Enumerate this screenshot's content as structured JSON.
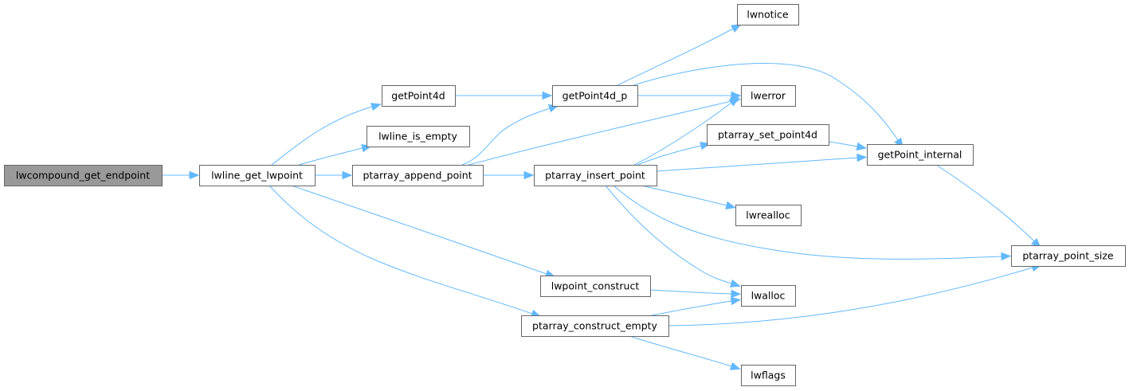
{
  "graph": {
    "type": "call-graph",
    "colors": {
      "root_fill": "#999999",
      "node_fill": "#ffffff",
      "node_border": "#666666",
      "edge": "#63b8ff"
    },
    "nodes": [
      {
        "id": "lwcompound_get_endpoint",
        "label": "lwcompound_get_endpoint",
        "root": true
      },
      {
        "id": "lwline_get_lwpoint",
        "label": "lwline_get_lwpoint"
      },
      {
        "id": "getPoint4d",
        "label": "getPoint4d"
      },
      {
        "id": "lwline_is_empty",
        "label": "lwline_is_empty"
      },
      {
        "id": "ptarray_append_point",
        "label": "ptarray_append_point"
      },
      {
        "id": "lwpoint_construct",
        "label": "lwpoint_construct"
      },
      {
        "id": "ptarray_construct_empty",
        "label": "ptarray_construct_empty"
      },
      {
        "id": "getPoint4d_p",
        "label": "getPoint4d_p"
      },
      {
        "id": "ptarray_insert_point",
        "label": "ptarray_insert_point"
      },
      {
        "id": "lwnotice",
        "label": "lwnotice"
      },
      {
        "id": "lwerror",
        "label": "lwerror"
      },
      {
        "id": "ptarray_set_point4d",
        "label": "ptarray_set_point4d"
      },
      {
        "id": "lwrealloc",
        "label": "lwrealloc"
      },
      {
        "id": "lwalloc",
        "label": "lwalloc"
      },
      {
        "id": "lwflags",
        "label": "lwflags"
      },
      {
        "id": "getPoint_internal",
        "label": "getPoint_internal"
      },
      {
        "id": "ptarray_point_size",
        "label": "ptarray_point_size"
      }
    ],
    "edges": [
      {
        "from": "lwcompound_get_endpoint",
        "to": "lwline_get_lwpoint"
      },
      {
        "from": "lwline_get_lwpoint",
        "to": "getPoint4d"
      },
      {
        "from": "lwline_get_lwpoint",
        "to": "lwline_is_empty"
      },
      {
        "from": "lwline_get_lwpoint",
        "to": "ptarray_append_point"
      },
      {
        "from": "lwline_get_lwpoint",
        "to": "lwpoint_construct"
      },
      {
        "from": "lwline_get_lwpoint",
        "to": "ptarray_construct_empty"
      },
      {
        "from": "getPoint4d",
        "to": "getPoint4d_p"
      },
      {
        "from": "ptarray_append_point",
        "to": "getPoint4d_p"
      },
      {
        "from": "ptarray_append_point",
        "to": "lwerror"
      },
      {
        "from": "ptarray_append_point",
        "to": "ptarray_insert_point"
      },
      {
        "from": "getPoint4d_p",
        "to": "lwnotice"
      },
      {
        "from": "getPoint4d_p",
        "to": "lwerror"
      },
      {
        "from": "getPoint4d_p",
        "to": "getPoint_internal"
      },
      {
        "from": "ptarray_insert_point",
        "to": "lwerror"
      },
      {
        "from": "ptarray_insert_point",
        "to": "ptarray_set_point4d"
      },
      {
        "from": "ptarray_insert_point",
        "to": "getPoint_internal"
      },
      {
        "from": "ptarray_insert_point",
        "to": "lwrealloc"
      },
      {
        "from": "ptarray_insert_point",
        "to": "ptarray_point_size"
      },
      {
        "from": "ptarray_insert_point",
        "to": "lwalloc"
      },
      {
        "from": "ptarray_set_point4d",
        "to": "getPoint_internal"
      },
      {
        "from": "getPoint_internal",
        "to": "ptarray_point_size"
      },
      {
        "from": "lwpoint_construct",
        "to": "lwalloc"
      },
      {
        "from": "ptarray_construct_empty",
        "to": "lwalloc"
      },
      {
        "from": "ptarray_construct_empty",
        "to": "ptarray_point_size"
      },
      {
        "from": "ptarray_construct_empty",
        "to": "lwflags"
      }
    ]
  }
}
